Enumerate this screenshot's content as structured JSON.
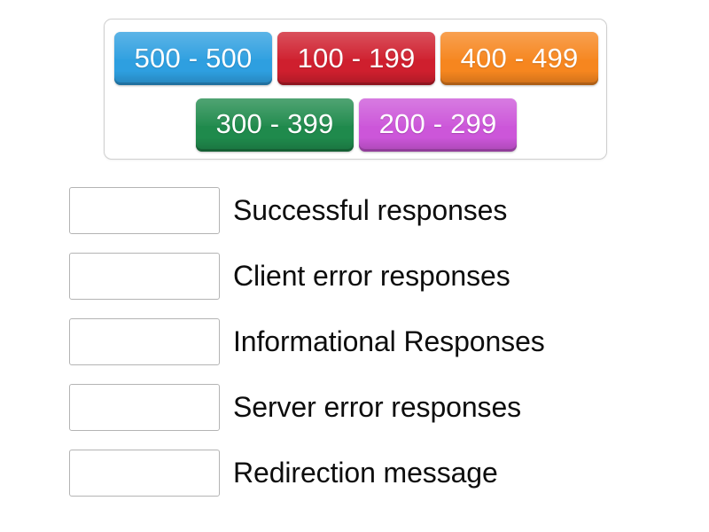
{
  "tile_bank": {
    "rows": [
      [
        {
          "label": "500 - 500",
          "color": "#2e9fe0",
          "color_name": "blue"
        },
        {
          "label": "100 - 199",
          "color": "#cf1f2e",
          "color_name": "red"
        },
        {
          "label": "400 - 499",
          "color": "#f6861f",
          "color_name": "orange"
        }
      ],
      [
        {
          "label": "300 - 399",
          "color": "#1f8a4c",
          "color_name": "green"
        },
        {
          "label": "200 - 299",
          "color": "#cc56d9",
          "color_name": "magenta"
        }
      ]
    ]
  },
  "answers": [
    {
      "label": "Successful responses",
      "drop_value": ""
    },
    {
      "label": "Client error responses",
      "drop_value": ""
    },
    {
      "label": "Informational Responses",
      "drop_value": ""
    },
    {
      "label": "Server error responses",
      "drop_value": ""
    },
    {
      "label": "Redirection message",
      "drop_value": ""
    }
  ],
  "colors": {
    "page_background": "#ffffff",
    "panel_border": "#cfcfcf",
    "drop_zone_border": "#b4b4b4",
    "label_text": "#0d0d0d",
    "tile_text": "#ffffff"
  }
}
